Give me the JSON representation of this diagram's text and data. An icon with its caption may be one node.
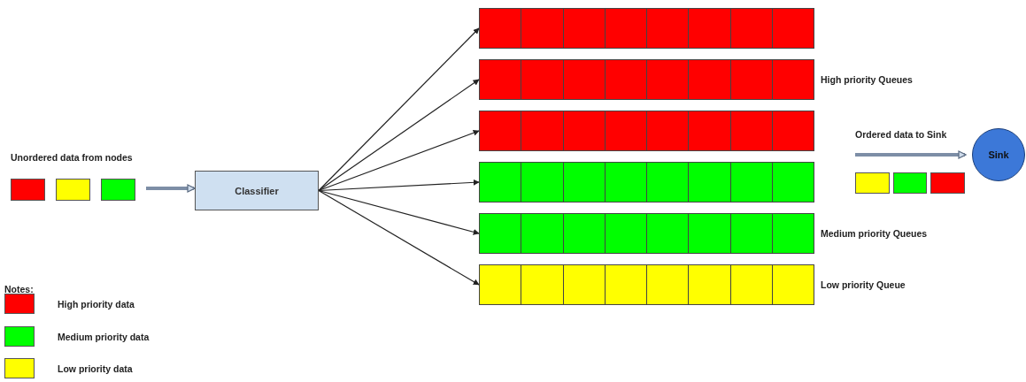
{
  "diagram": {
    "nodes": [
      {
        "text": [
          "Classifier"
        ]
      },
      {
        "text": [],
        "shape": "bar"
      },
      {
        "text": [],
        "shape": "bar",
        "beside": [
          "High priority Queues"
        ]
      },
      {
        "text": [],
        "shape": "bar"
      },
      {
        "text": [],
        "shape": "bar"
      },
      {
        "text": [],
        "shape": "bar",
        "beside": [
          "Medium priority Queues"
        ]
      },
      {
        "text": [],
        "shape": "bar",
        "beside": [
          "Low priority Queue"
        ]
      },
      {
        "text": [
          "Sink"
        ]
      }
    ],
    "edges": [
      {
        "from": null,
        "to": 0,
        "arrow": "to",
        "style": "thick",
        "color": "#7d8ea6"
      },
      {
        "from": 0,
        "to": 1,
        "arrow": "to"
      },
      {
        "from": 0,
        "to": 2,
        "arrow": "to"
      },
      {
        "from": 0,
        "to": 3,
        "arrow": "to"
      },
      {
        "from": 0,
        "to": 4,
        "arrow": "to"
      },
      {
        "from": 0,
        "to": 5,
        "arrow": "to"
      },
      {
        "from": 0,
        "to": 6,
        "arrow": "to"
      },
      {
        "from": null,
        "to": 7,
        "arrow": "to",
        "style": "thick",
        "color": "#7d8ea6"
      }
    ],
    "labels": [
      "Ordered data to Sink",
      "Unordered data from nodes",
      "Notes:"
    ],
    "legend": [
      {
        "text": "High priority data",
        "color": "#ff0000"
      },
      {
        "text": "Medium priority data",
        "color": "#00ff00"
      },
      {
        "text": "Low priority data",
        "color": "#ffff00"
      }
    ]
  }
}
